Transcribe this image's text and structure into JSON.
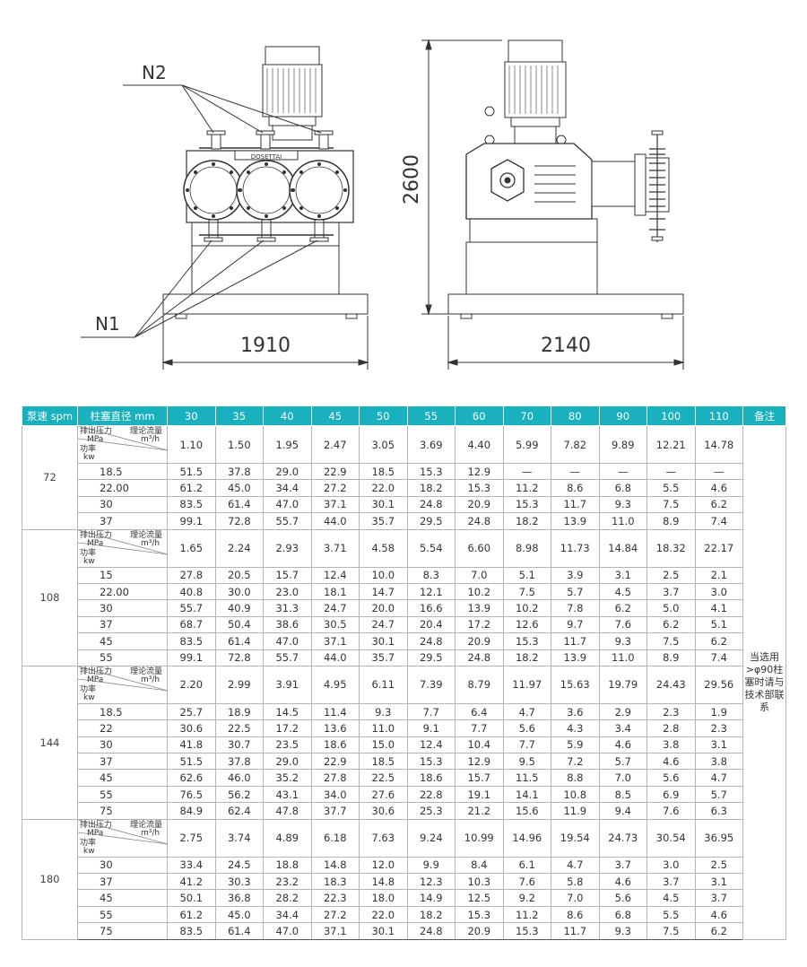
{
  "drawing": {
    "labels": {
      "n2": "N2",
      "n1": "N1"
    },
    "dimensions": {
      "width_front": "1910",
      "width_side": "2140",
      "height": "2600"
    },
    "nameplate": "DOSETTAI"
  },
  "table": {
    "headers": [
      "泵速 spm",
      "柱塞直径 mm",
      "30",
      "35",
      "40",
      "45",
      "50",
      "55",
      "60",
      "70",
      "80",
      "90",
      "100",
      "110",
      "备注"
    ],
    "corner": {
      "pressure_label": "排出压力",
      "pressure_unit": "MPa",
      "flow_label": "理论流量",
      "flow_unit": "m³/h",
      "power_label": "功率",
      "power_unit": "kw"
    },
    "note": "当选用>φ90柱塞时请与技术部联系",
    "groups": [
      {
        "spm": "72",
        "flows": [
          "1.10",
          "1.50",
          "1.95",
          "2.47",
          "3.05",
          "3.69",
          "4.40",
          "5.99",
          "7.82",
          "9.89",
          "12.21",
          "14.78"
        ],
        "rows": [
          {
            "p": "18.5",
            "v": [
              "51.5",
              "37.8",
              "29.0",
              "22.9",
              "18.5",
              "15.3",
              "12.9",
              "—",
              "—",
              "—",
              "—",
              "—"
            ]
          },
          {
            "p": "22.00",
            "v": [
              "61.2",
              "45.0",
              "34.4",
              "27.2",
              "22.0",
              "18.2",
              "15.3",
              "11.2",
              "8.6",
              "6.8",
              "5.5",
              "4.6"
            ]
          },
          {
            "p": "30",
            "v": [
              "83.5",
              "61.4",
              "47.0",
              "37.1",
              "30.1",
              "24.8",
              "20.9",
              "15.3",
              "11.7",
              "9.3",
              "7.5",
              "6.2"
            ]
          },
          {
            "p": "37",
            "v": [
              "99.1",
              "72.8",
              "55.7",
              "44.0",
              "35.7",
              "29.5",
              "24.8",
              "18.2",
              "13.9",
              "11.0",
              "8.9",
              "7.4"
            ]
          }
        ]
      },
      {
        "spm": "108",
        "flows": [
          "1.65",
          "2.24",
          "2.93",
          "3.71",
          "4.58",
          "5.54",
          "6.60",
          "8.98",
          "11.73",
          "14.84",
          "18.32",
          "22.17"
        ],
        "rows": [
          {
            "p": "15",
            "v": [
              "27.8",
              "20.5",
              "15.7",
              "12.4",
              "10.0",
              "8.3",
              "7.0",
              "5.1",
              "3.9",
              "3.1",
              "2.5",
              "2.1"
            ]
          },
          {
            "p": "22.00",
            "v": [
              "40.8",
              "30.0",
              "23.0",
              "18.1",
              "14.7",
              "12.1",
              "10.2",
              "7.5",
              "5.7",
              "4.5",
              "3.7",
              "3.0"
            ]
          },
          {
            "p": "30",
            "v": [
              "55.7",
              "40.9",
              "31.3",
              "24.7",
              "20.0",
              "16.6",
              "13.9",
              "10.2",
              "7.8",
              "6.2",
              "5.0",
              "4.1"
            ]
          },
          {
            "p": "37",
            "v": [
              "68.7",
              "50.4",
              "38.6",
              "30.5",
              "24.7",
              "20.4",
              "17.2",
              "12.6",
              "9.7",
              "7.6",
              "6.2",
              "5.1"
            ]
          },
          {
            "p": "45",
            "v": [
              "83.5",
              "61.4",
              "47.0",
              "37.1",
              "30.1",
              "24.8",
              "20.9",
              "15.3",
              "11.7",
              "9.3",
              "7.5",
              "6.2"
            ]
          },
          {
            "p": "55",
            "v": [
              "99.1",
              "72.8",
              "55.7",
              "44.0",
              "35.7",
              "29.5",
              "24.8",
              "18.2",
              "13.9",
              "11.0",
              "8.9",
              "7.4"
            ]
          }
        ]
      },
      {
        "spm": "144",
        "flows": [
          "2.20",
          "2.99",
          "3.91",
          "4.95",
          "6.11",
          "7.39",
          "8.79",
          "11.97",
          "15.63",
          "19.79",
          "24.43",
          "29.56"
        ],
        "rows": [
          {
            "p": "18.5",
            "v": [
              "25.7",
              "18.9",
              "14.5",
              "11.4",
              "9.3",
              "7.7",
              "6.4",
              "4.7",
              "3.6",
              "2.9",
              "2.3",
              "1.9"
            ]
          },
          {
            "p": "22",
            "v": [
              "30.6",
              "22.5",
              "17.2",
              "13.6",
              "11.0",
              "9.1",
              "7.7",
              "5.6",
              "4.3",
              "3.4",
              "2.8",
              "2.3"
            ]
          },
          {
            "p": "30",
            "v": [
              "41.8",
              "30.7",
              "23.5",
              "18.6",
              "15.0",
              "12.4",
              "10.4",
              "7.7",
              "5.9",
              "4.6",
              "3.8",
              "3.1"
            ]
          },
          {
            "p": "37",
            "v": [
              "51.5",
              "37.8",
              "29.0",
              "22.9",
              "18.5",
              "15.3",
              "12.9",
              "9.5",
              "7.2",
              "5.7",
              "4.6",
              "3.8"
            ]
          },
          {
            "p": "45",
            "v": [
              "62.6",
              "46.0",
              "35.2",
              "27.8",
              "22.5",
              "18.6",
              "15.7",
              "11.5",
              "8.8",
              "7.0",
              "5.6",
              "4.7"
            ]
          },
          {
            "p": "55",
            "v": [
              "76.5",
              "56.2",
              "43.1",
              "34.0",
              "27.6",
              "22.8",
              "19.1",
              "14.1",
              "10.8",
              "8.5",
              "6.9",
              "5.7"
            ]
          },
          {
            "p": "75",
            "v": [
              "84.9",
              "62.4",
              "47.8",
              "37.7",
              "30.6",
              "25.3",
              "21.2",
              "15.6",
              "11.9",
              "9.4",
              "7.6",
              "6.3"
            ]
          }
        ]
      },
      {
        "spm": "180",
        "flows": [
          "2.75",
          "3.74",
          "4.89",
          "6.18",
          "7.63",
          "9.24",
          "10.99",
          "14.96",
          "19.54",
          "24.73",
          "30.54",
          "36.95"
        ],
        "rows": [
          {
            "p": "30",
            "v": [
              "33.4",
              "24.5",
              "18.8",
              "14.8",
              "12.0",
              "9.9",
              "8.4",
              "6.1",
              "4.7",
              "3.7",
              "3.0",
              "2.5"
            ]
          },
          {
            "p": "37",
            "v": [
              "41.2",
              "30.3",
              "23.2",
              "18.3",
              "14.8",
              "12.3",
              "10.3",
              "7.6",
              "5.8",
              "4.6",
              "3.7",
              "3.1"
            ]
          },
          {
            "p": "45",
            "v": [
              "50.1",
              "36.8",
              "28.2",
              "22.3",
              "18.0",
              "14.9",
              "12.5",
              "9.2",
              "7.0",
              "5.6",
              "4.5",
              "3.7"
            ]
          },
          {
            "p": "55",
            "v": [
              "61.2",
              "45.0",
              "34.4",
              "27.2",
              "22.0",
              "18.2",
              "15.3",
              "11.2",
              "8.6",
              "6.8",
              "5.5",
              "4.6"
            ]
          },
          {
            "p": "75",
            "v": [
              "83.5",
              "61.4",
              "47.0",
              "37.1",
              "30.1",
              "24.8",
              "20.9",
              "15.3",
              "11.7",
              "9.3",
              "7.5",
              "6.2"
            ]
          }
        ]
      }
    ]
  }
}
